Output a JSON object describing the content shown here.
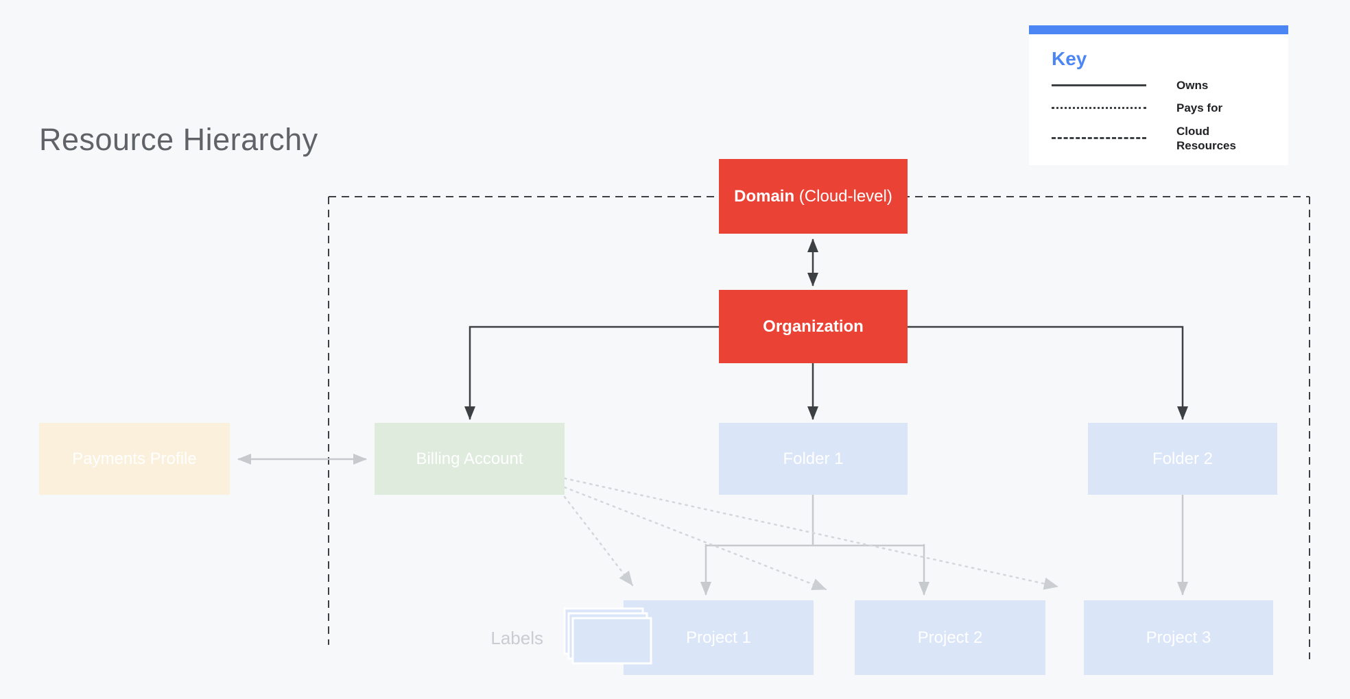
{
  "title": "Resource Hierarchy",
  "key": {
    "heading": "Key",
    "items": [
      {
        "style": "solid",
        "label": "Owns"
      },
      {
        "style": "dotted",
        "label": "Pays for"
      },
      {
        "style": "dashed",
        "label": "Cloud Resources"
      }
    ]
  },
  "nodes": {
    "domain_bold": "Domain",
    "domain_suffix": " (Cloud-level)",
    "organization": "Organization",
    "payments_profile": "Payments Profile",
    "billing_account": "Billing Account",
    "folder_1": "Folder 1",
    "folder_2": "Folder 2",
    "project_1": "Project 1",
    "project_2": "Project 2",
    "project_3": "Project 3"
  },
  "annotations": {
    "labels_caption": "Labels"
  },
  "colors": {
    "background": "#F6F8FA",
    "red": "#EA4335",
    "blue_accent": "#4C86F5",
    "light_blue": "#DAE5F8",
    "light_green": "#DEEBDD",
    "cream": "#FAF0DB",
    "dark_line": "#3C4043",
    "gray_line": "#C7CACD",
    "dotted_line": "#D3D6DA",
    "title_text": "#5F6368",
    "labels_caption": "#C9CDD3"
  }
}
